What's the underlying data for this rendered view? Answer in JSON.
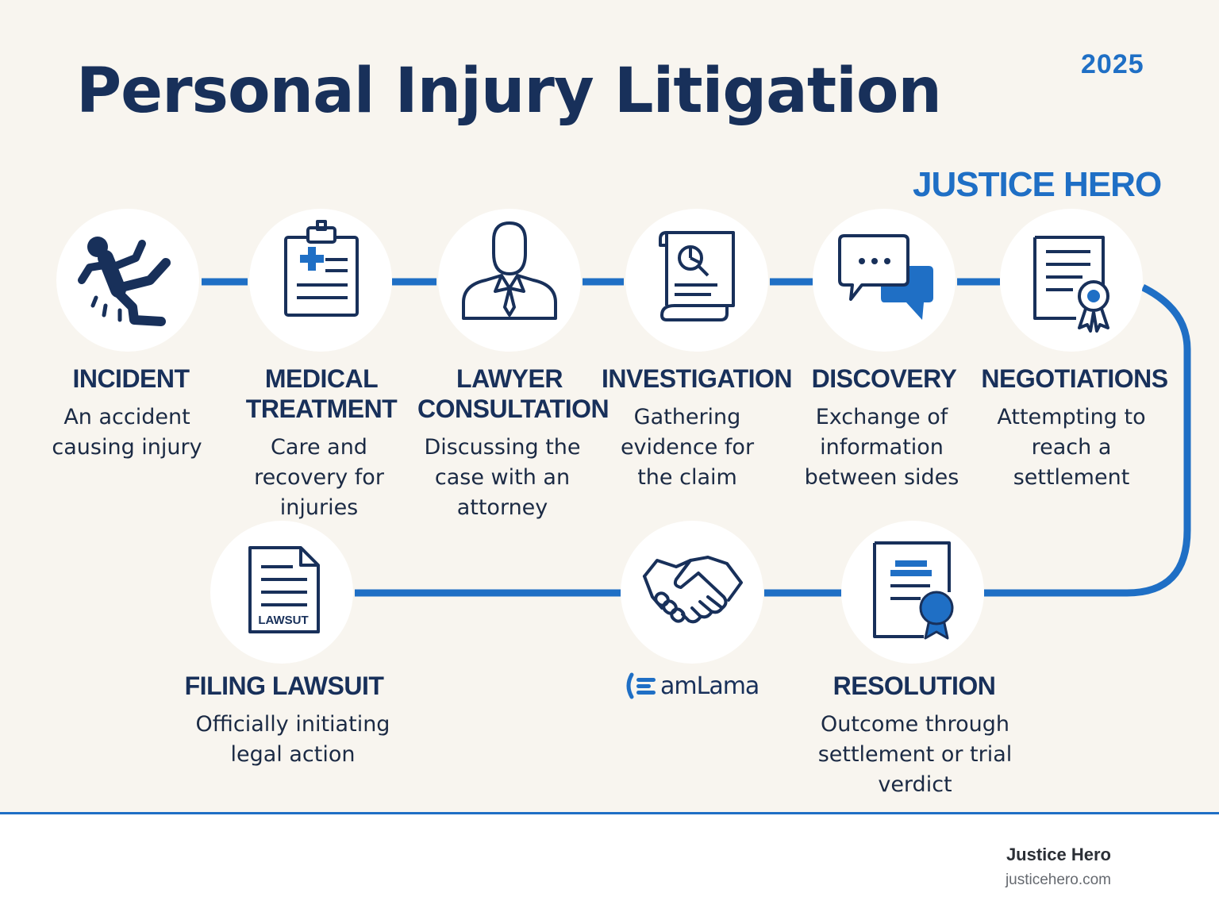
{
  "header": {
    "title": "Personal Injury Litigation",
    "year": "2025",
    "brand": "JUSTICE HERO"
  },
  "colors": {
    "navy": "#18305a",
    "accent_blue": "#1f6fc5",
    "panel_background": "#f8f5ef",
    "node_background": "#ffffff"
  },
  "steps": [
    {
      "title": "INCIDENT",
      "description": "An accident causing injury",
      "icon": "falling-person-icon"
    },
    {
      "title": "MEDICAL TREATMENT",
      "description": "Care and recovery for injuries",
      "icon": "medical-clipboard-icon"
    },
    {
      "title": "LAWYER CONSULTATION",
      "description": "Discussing the case with an attorney",
      "icon": "lawyer-icon"
    },
    {
      "title": "INVESTIGATION",
      "description": "Gathering evidence for the claim",
      "icon": "evidence-document-icon"
    },
    {
      "title": "DISCOVERY",
      "description": "Exchange of information between sides",
      "icon": "chat-bubbles-icon"
    },
    {
      "title": "NEGOTIATIONS",
      "description": "Attempting to reach a settlement",
      "icon": "certificate-icon"
    },
    {
      "title": "FILING LAWSUIT",
      "description": "Officially initiating legal action",
      "icon": "lawsuit-document-icon",
      "icon_text": "LAWSUT"
    },
    {
      "title": "",
      "description": "",
      "icon": "handshake-icon"
    },
    {
      "title": "RESOLUTION",
      "description": "Outcome through settlement or trial verdict",
      "icon": "resolution-certificate-icon"
    }
  ],
  "logo": {
    "text": "amLama",
    "icon": "logo-mark-icon"
  },
  "footer": {
    "name": "Justice Hero",
    "url": "justicehero.com"
  }
}
